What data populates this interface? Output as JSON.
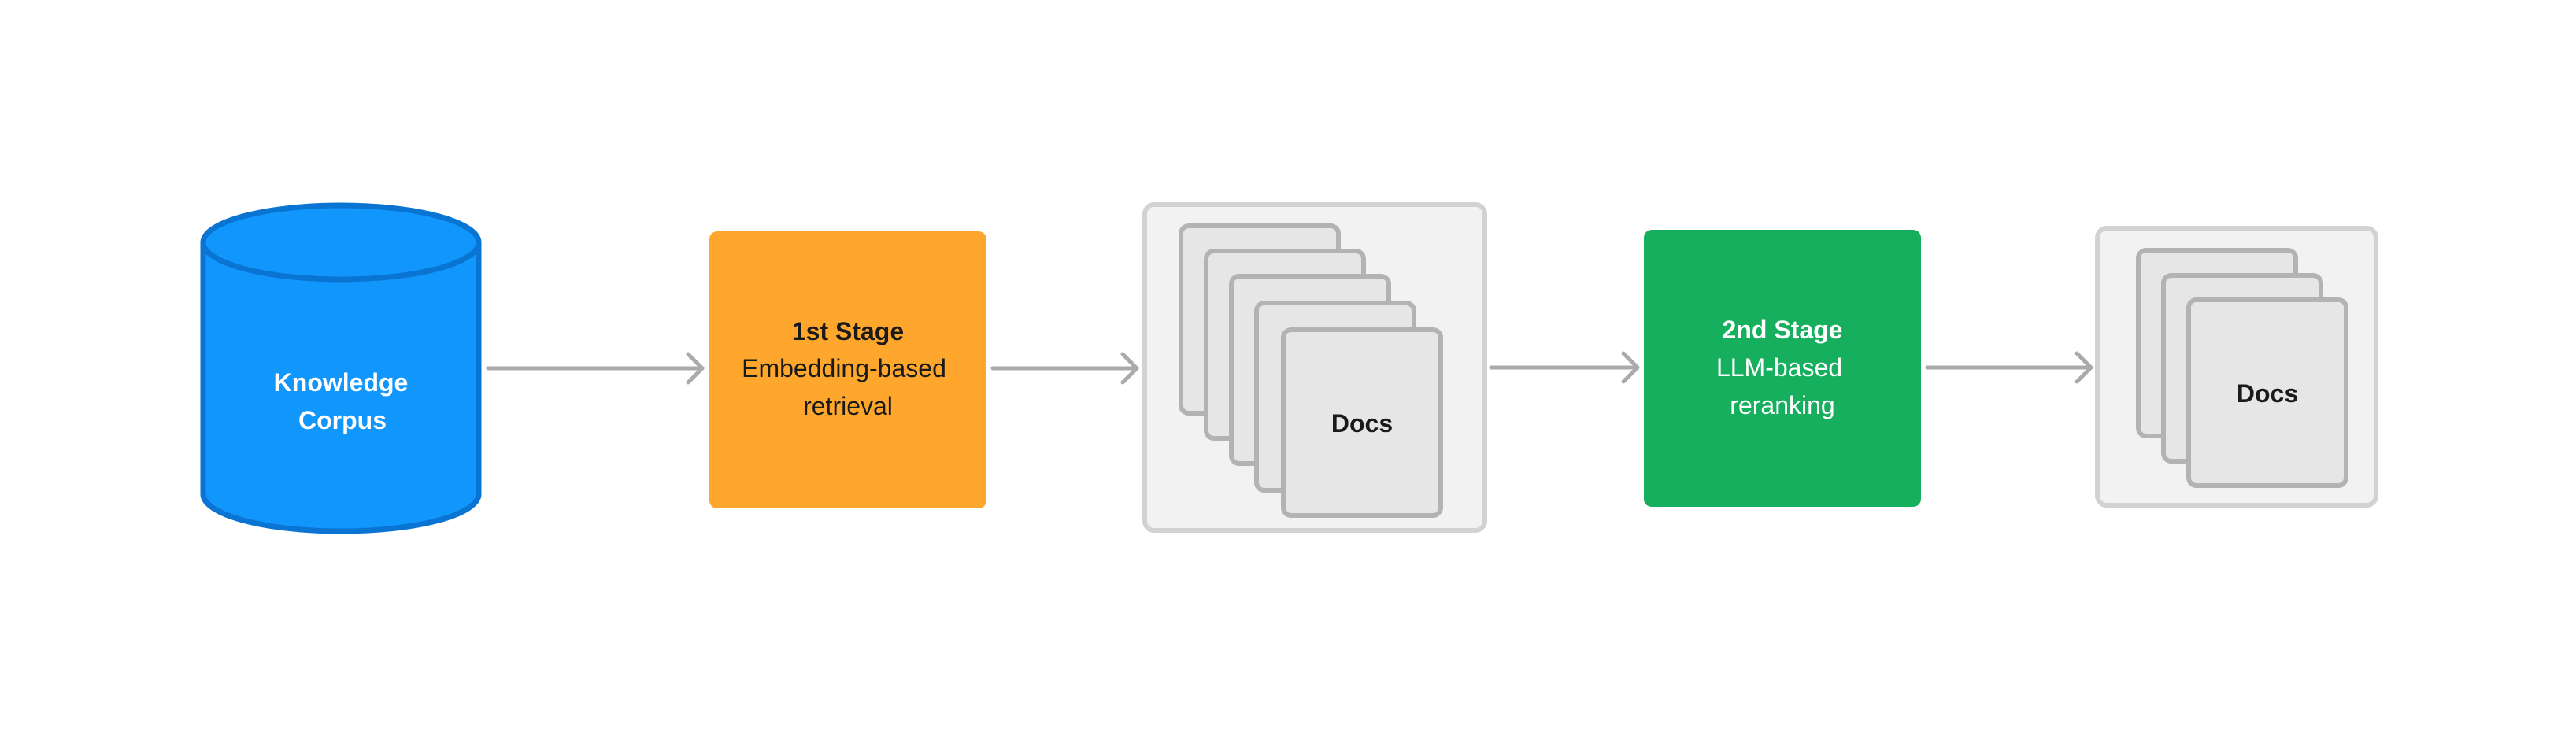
{
  "corpus": {
    "line1": "Knowledge",
    "line2": "Corpus"
  },
  "stage1": {
    "title": "1st Stage",
    "line1": "Embedding-based",
    "line2": "retrieval"
  },
  "docs_pile_1": {
    "label": "Docs",
    "sheet_count": 5
  },
  "stage2": {
    "title": "2nd Stage",
    "line1": "LLM-based",
    "line2": "reranking"
  },
  "docs_pile_2": {
    "label": "Docs",
    "sheet_count": 3
  },
  "colors": {
    "corpus_fill": "#1196FC",
    "corpus_stroke": "#0A74D3",
    "stage1_fill": "#FFA72C",
    "stage2_fill": "#16AF5E",
    "docs_tray_fill": "#F2F2F2",
    "docs_tray_stroke": "#D2D2D2",
    "doc_sheet_fill": "#E6E6E6",
    "doc_sheet_stroke": "#B3B3B3",
    "arrow": "#AAAAAA"
  }
}
